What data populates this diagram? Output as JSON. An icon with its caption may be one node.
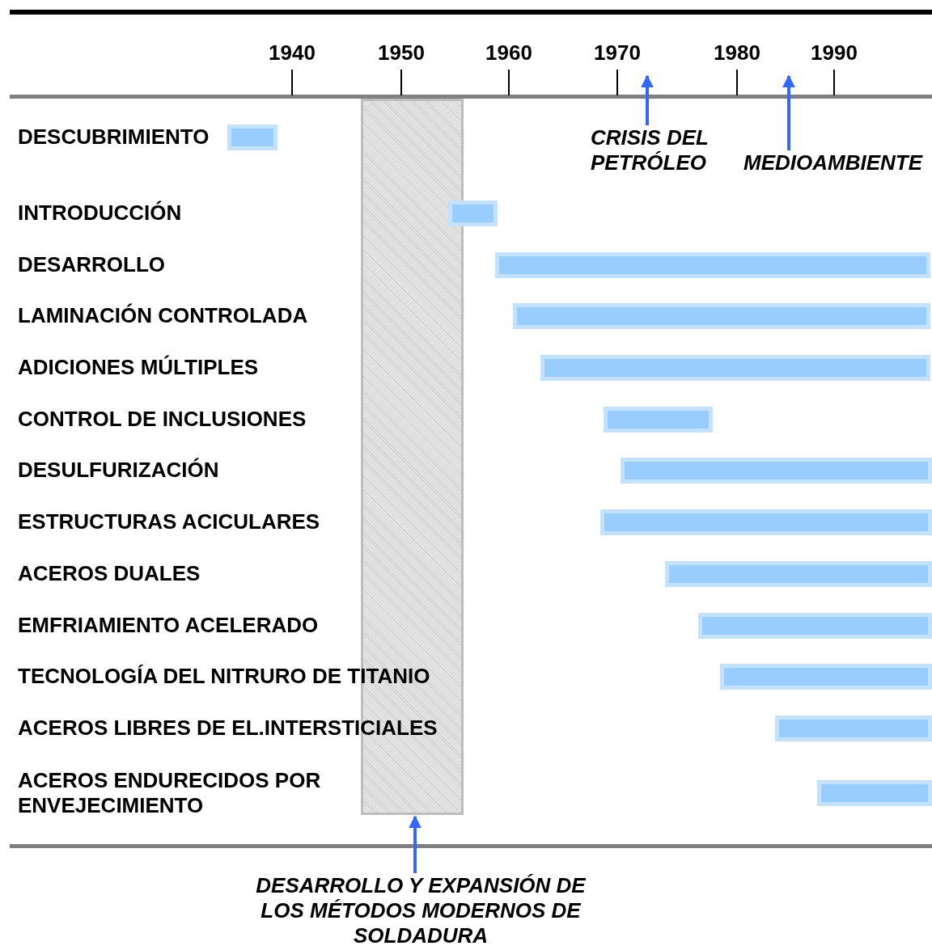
{
  "diagram": {
    "nodes": [
      {
        "text": [],
        "shape": "box"
      },
      {
        "text": [],
        "shape": "bar"
      },
      {
        "text": [],
        "shape": "bar"
      },
      {
        "text": [],
        "shape": "bar"
      },
      {
        "text": [],
        "shape": "bar"
      },
      {
        "text": [],
        "shape": "bar"
      },
      {
        "text": [],
        "shape": "bar"
      },
      {
        "text": [],
        "shape": "bar"
      },
      {
        "text": [],
        "shape": "bar"
      },
      {
        "text": [],
        "shape": "bar"
      },
      {
        "text": [],
        "shape": "bar"
      },
      {
        "text": [],
        "shape": "bar"
      },
      {
        "text": [],
        "shape": "bar"
      },
      {
        "text": [],
        "shape": "bar"
      },
      {
        "text": [
          "CRISIS DEL PETRÓLEO"
        ]
      },
      {
        "text": [
          "MEDIOAMBIENTE"
        ]
      },
      {
        "text": [
          "DESARROLLO Y EXPANSIÓN DE LOS MÉTODOS MODERNOS DE SOLDADURA"
        ]
      }
    ],
    "edges": [
      {
        "from": 14,
        "to": null,
        "arrow": "to"
      },
      {
        "from": 15,
        "to": null,
        "arrow": "to"
      },
      {
        "from": 16,
        "to": 0,
        "arrow": "to"
      }
    ],
    "labels": [
      "1940",
      "1950",
      "1960",
      "1970",
      "1980",
      "1990",
      "DESCUBRIMIENTO",
      "INTRODUCCIÓN",
      "DESARROLLO",
      "LAMINACIÓN CONTROLADA",
      "ADICIONES MÚLTIPLES",
      "CONTROL DE INCLUSIONES",
      "DESULFURIZACIÓN",
      "ESTRUCTURAS ACICULARES",
      "ACEROS DUALES",
      "EMFRIAMIENTO ACELERADO",
      "TECNOLOGÍA DEL NITRURO DE TITANIO",
      "ACEROS LIBRES DE EL.INTERSTICIALES",
      "ACEROS ENDURECIDOS POR ENVEJECIMIENTO"
    ]
  }
}
